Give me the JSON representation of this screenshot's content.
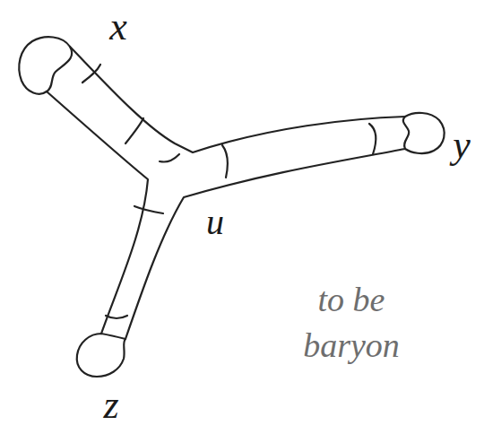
{
  "diagram": {
    "labels": [
      "x",
      "y",
      "u",
      "z",
      "to be baryon"
    ]
  }
}
